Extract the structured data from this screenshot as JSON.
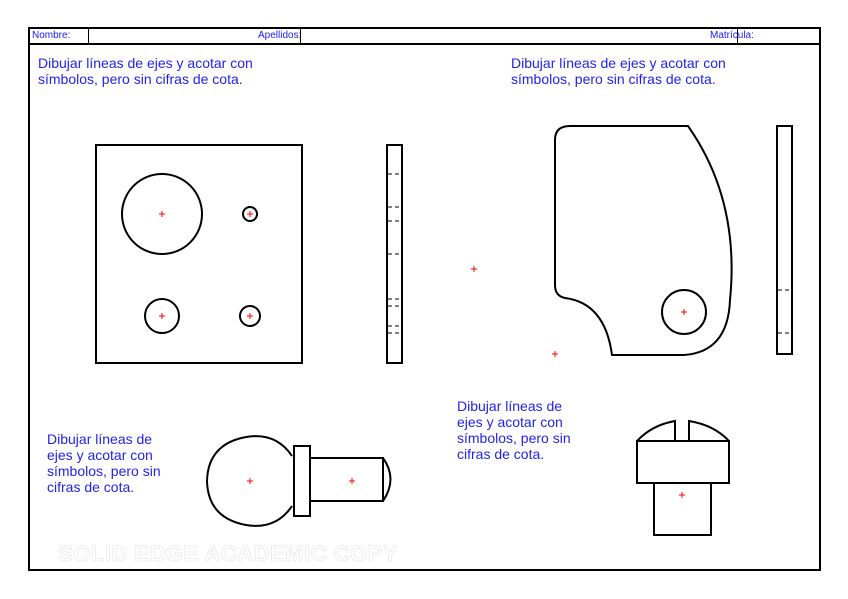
{
  "header": {
    "fields": [
      {
        "label": "Nombre:",
        "value": ""
      },
      {
        "label": "Apellidos:",
        "value": ""
      },
      {
        "label": "Matrícula:",
        "value": ""
      }
    ]
  },
  "notes": {
    "top_left": "Dibujar líneas de ejes y acotar con\nsímbolos, pero sin cifras de cota.",
    "top_right": "Dibujar líneas de ejes y acotar con\nsímbolos, pero sin cifras de cota.",
    "bottom_left": "Dibujar líneas de\nejes y acotar con\nsímbolos, pero sin\ncifras de cota.",
    "bottom_right": "Dibujar líneas de\nejes y acotar con\nsímbolos, pero sin\ncifras de cota."
  },
  "watermark": "SOLID EDGE ACADEMIC COPY",
  "colors": {
    "line": "#000000",
    "center_mark": "#ff0000",
    "note_text": "#2222ee",
    "header_label": "#1a1aff"
  },
  "drawings": [
    {
      "name": "plate-with-holes",
      "views": [
        "front",
        "side"
      ],
      "holes": 4
    },
    {
      "name": "profiled-plate",
      "views": [
        "front",
        "side"
      ],
      "holes": 1
    },
    {
      "name": "knob-pin",
      "views": [
        "front"
      ]
    },
    {
      "name": "slotted-screw",
      "views": [
        "front"
      ]
    }
  ]
}
